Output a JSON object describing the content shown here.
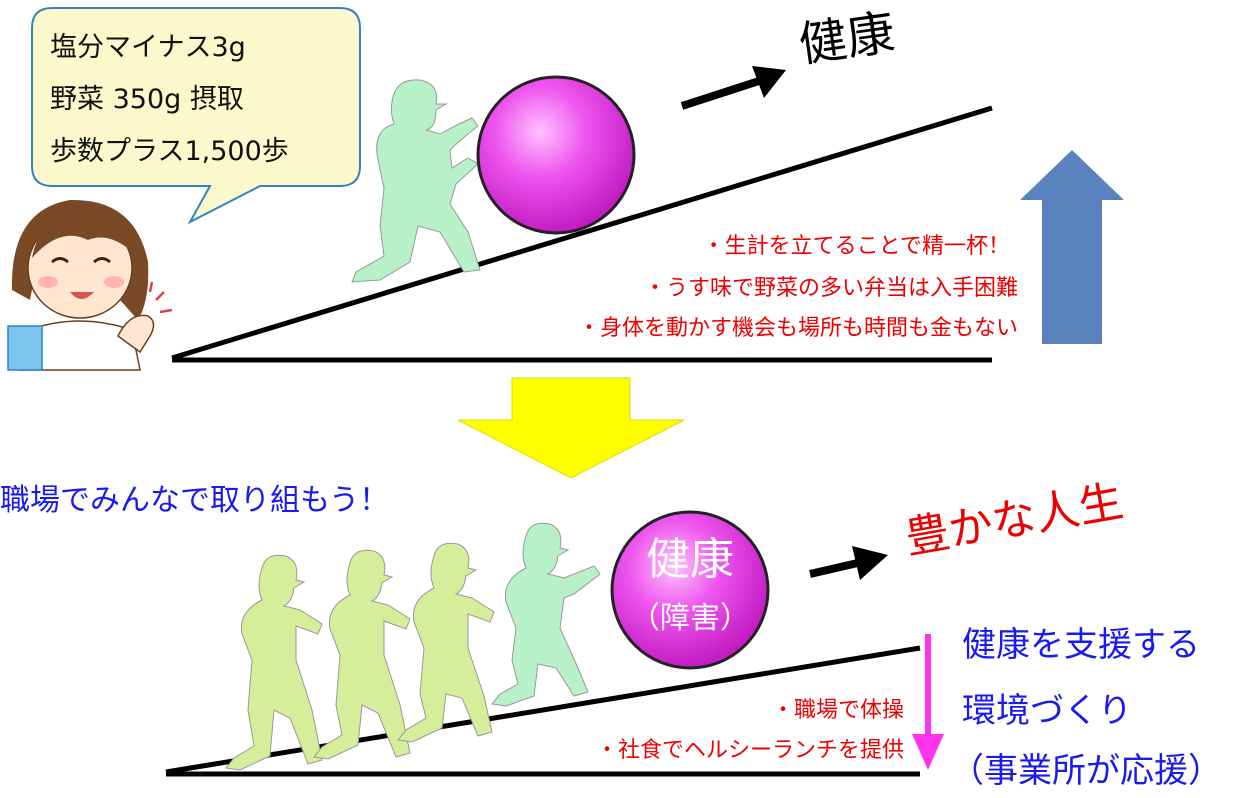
{
  "bubble": {
    "lines": [
      "塩分マイナス3g",
      "野菜 350g 摂取",
      "歩数プラス1,500歩"
    ]
  },
  "top": {
    "goal": "健康",
    "barriers": [
      "・生計を立てることで精一杯！",
      "・うす味で野菜の多い弁当は入手困難",
      "・身体を動かす機会も場所も時間も金もない"
    ]
  },
  "bottom": {
    "slogan": "職場でみんなで取り組もう！",
    "ball_main": "健康",
    "ball_sub": "（障害）",
    "goal": "豊かな人生",
    "supports": [
      "・職場で体操",
      "・社食でヘルシーランチを提供"
    ],
    "environment_lines": [
      "健康を支援する",
      "環境づくり",
      "（事業所が応援）"
    ]
  },
  "colors": {
    "ball": "#e040e0",
    "figure_top": "#b8f0c8",
    "figures_bottom": "#d4ee9a",
    "bubble_fill": "#fdf7cc",
    "bubble_border": "#2e86c1",
    "up_arrow": "#5a83bd",
    "down_arrow_yellow": "#ffff00",
    "pink_arrow": "#ff33ee",
    "note_red": "#ee0000",
    "text_blue": "#1a1aee"
  },
  "icons": [
    "nurse-illustration",
    "person-pushing-icon",
    "ball-icon",
    "right-arrow-icon",
    "up-arrow-icon",
    "down-arrow-icon"
  ]
}
